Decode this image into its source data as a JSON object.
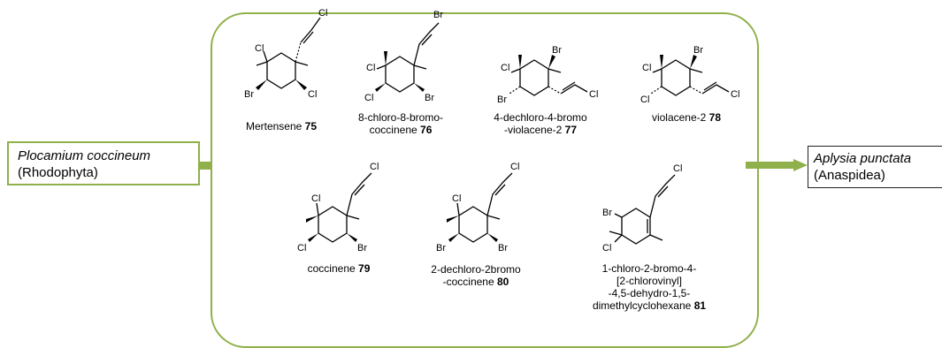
{
  "source": {
    "organism": "Plocamium coccineum",
    "phylum": "(Rhodophyta)"
  },
  "target": {
    "organism": "Aplysia punctata",
    "group": "(Anaspidea)"
  },
  "colors": {
    "accent": "#8fb04a",
    "target_border": "#222222"
  },
  "atoms": {
    "cl": "Cl",
    "br": "Br"
  },
  "compounds": [
    {
      "line1": "Mertensene",
      "line2": "",
      "line3": "",
      "line4": "",
      "number": "75"
    },
    {
      "line1": "8-chloro-8-bromo-",
      "line2": "coccinene",
      "line3": "",
      "line4": "",
      "number": "76"
    },
    {
      "line1": "4-dechloro-4-bromo",
      "line2": "-violacene-2",
      "line3": "",
      "line4": "",
      "number": "77"
    },
    {
      "line1": "violacene-2",
      "line2": "",
      "line3": "",
      "line4": "",
      "number": "78"
    },
    {
      "line1": "coccinene",
      "line2": "",
      "line3": "",
      "line4": "",
      "number": "79"
    },
    {
      "line1": "2-dechloro-2bromo",
      "line2": "-coccinene",
      "line3": "",
      "line4": "",
      "number": "80"
    },
    {
      "line1": "1-chloro-2-bromo-4-",
      "line2": "[2-chlorovinyl]",
      "line3": "-4,5-dehydro-1,5-",
      "line4": "dimethylcyclohexane",
      "number": "81"
    }
  ]
}
